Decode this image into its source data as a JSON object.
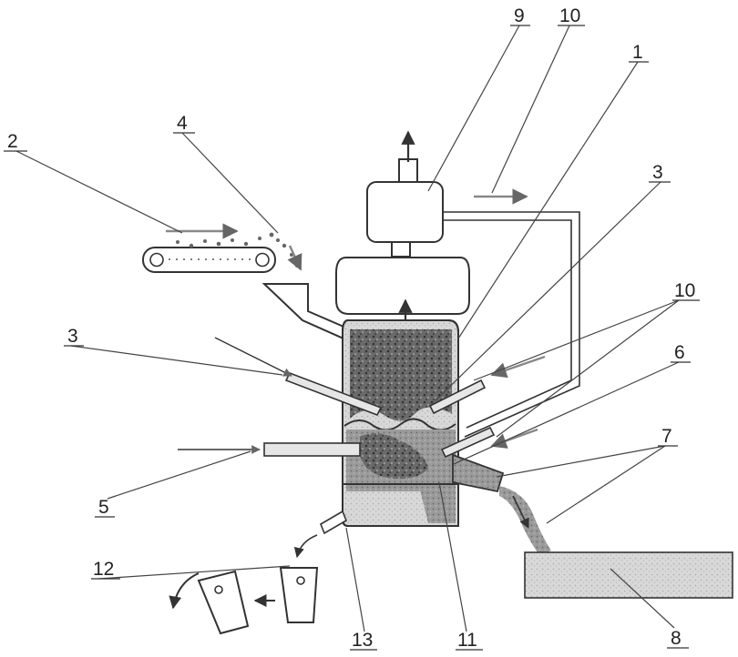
{
  "labels": {
    "l1": "1",
    "l2": "2",
    "l3a": "3",
    "l3b": "3",
    "l4": "4",
    "l5": "5",
    "l6": "6",
    "l7": "7",
    "l8": "8",
    "l9": "9",
    "l10a": "10",
    "l10b": "10",
    "l11": "11",
    "l12": "12",
    "l13": "13"
  },
  "colors": {
    "stroke": "#333333",
    "fill_dark": "#5a5a5a",
    "fill_mid": "#8a8a8a",
    "fill_light": "#c8c8c8",
    "arrow_gray": "#888888"
  }
}
